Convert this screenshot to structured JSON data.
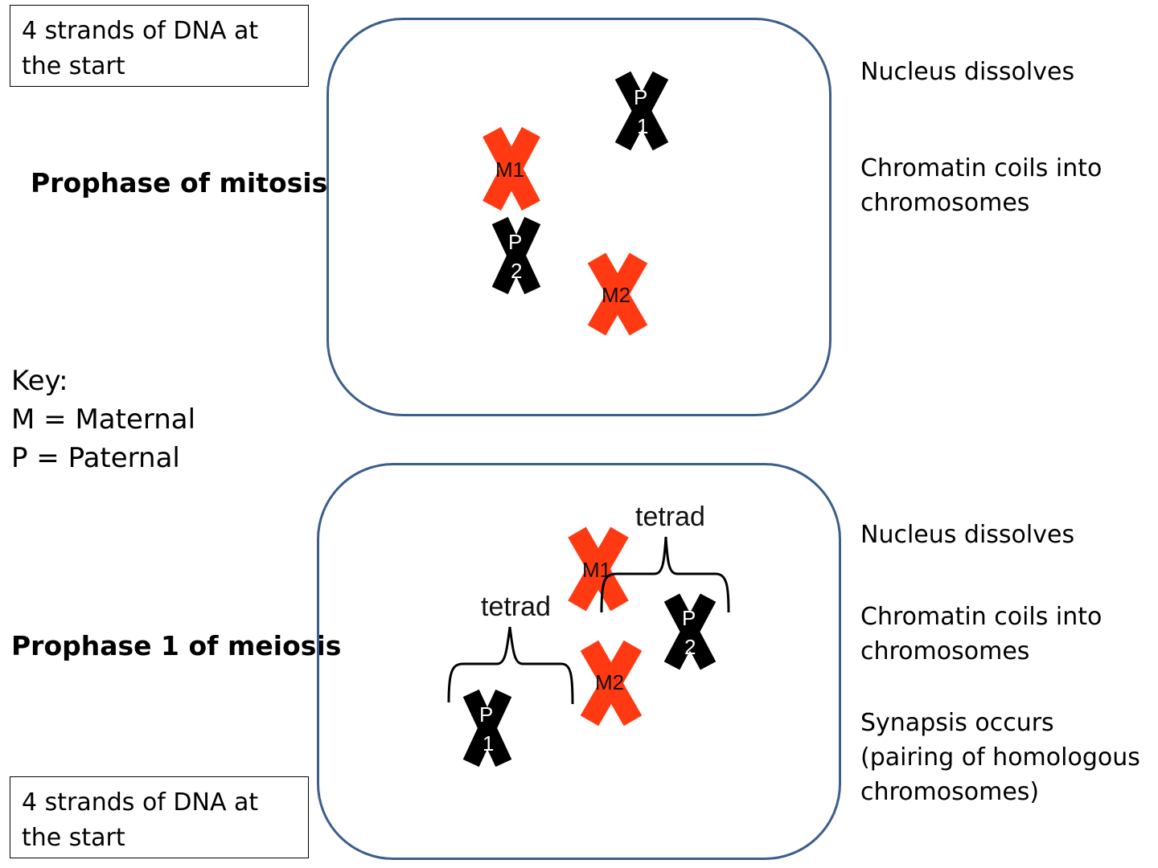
{
  "top": {
    "dna_box": "4 strands of DNA at the start",
    "heading": "Prophase of mitosis",
    "notes": [
      "Nucleus dissolves",
      "Chromatin coils into",
      "chromosomes"
    ]
  },
  "key": {
    "title": "Key:",
    "maternal": "M = Maternal",
    "paternal": "P = Paternal"
  },
  "bottom": {
    "dna_box": "4 strands of DNA at the start",
    "heading": "Prophase 1 of meiosis",
    "notes": [
      "Nucleus dissolves",
      "Chromatin coils into",
      "chromosomes",
      "Synapsis occurs",
      "(pairing of homologous",
      "chromosomes)"
    ],
    "tetrad_label_1": "tetrad",
    "tetrad_label_2": "tetrad"
  },
  "chromosomes": {
    "m1": "M1",
    "m2": "M2",
    "p1_top": "P",
    "p1_bottom": "1",
    "p2_top": "P",
    "p2_bottom": "2"
  },
  "colors": {
    "maternal": "#ff3a12",
    "paternal": "#000000",
    "cell_border": "#3b5e8c"
  }
}
